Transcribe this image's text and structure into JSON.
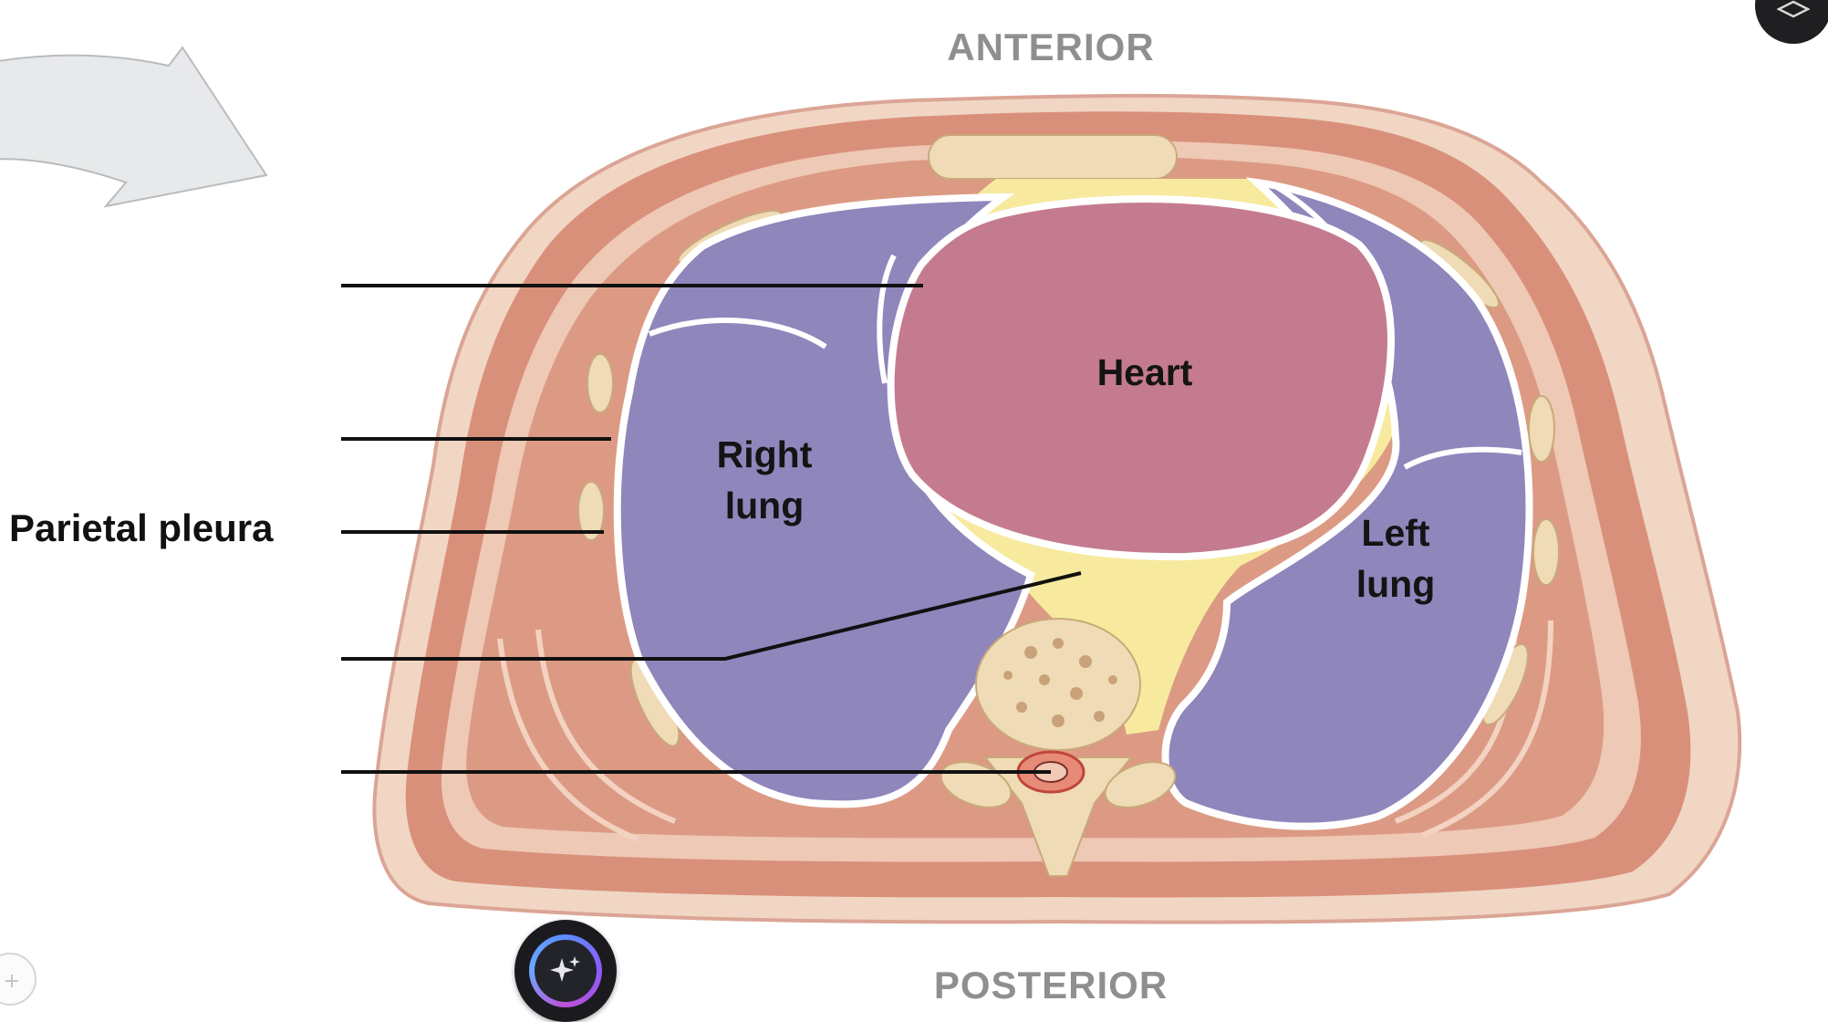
{
  "labels": {
    "anterior": "ANTERIOR",
    "posterior": "POSTERIOR",
    "heart": "Heart",
    "right_lung_line1": "Right",
    "right_lung_line2": "lung",
    "left_lung_line1": "Left",
    "left_lung_line2": "lung",
    "parietal_pleura": "Parietal pleura"
  },
  "colors": {
    "skin": "#f1d6c4",
    "muscle": "#d9907a",
    "lung": "#8f86bc",
    "heart": "#c57b8f",
    "mediastinum": "#f7ea9e",
    "bone": "#efdcb6",
    "pleura": "#ffffff",
    "arrow": "#e8e9ea"
  },
  "icons": {
    "ai_button": "sparkle-icon",
    "corner_button": "layers-icon",
    "mini_button": "move-icon"
  }
}
